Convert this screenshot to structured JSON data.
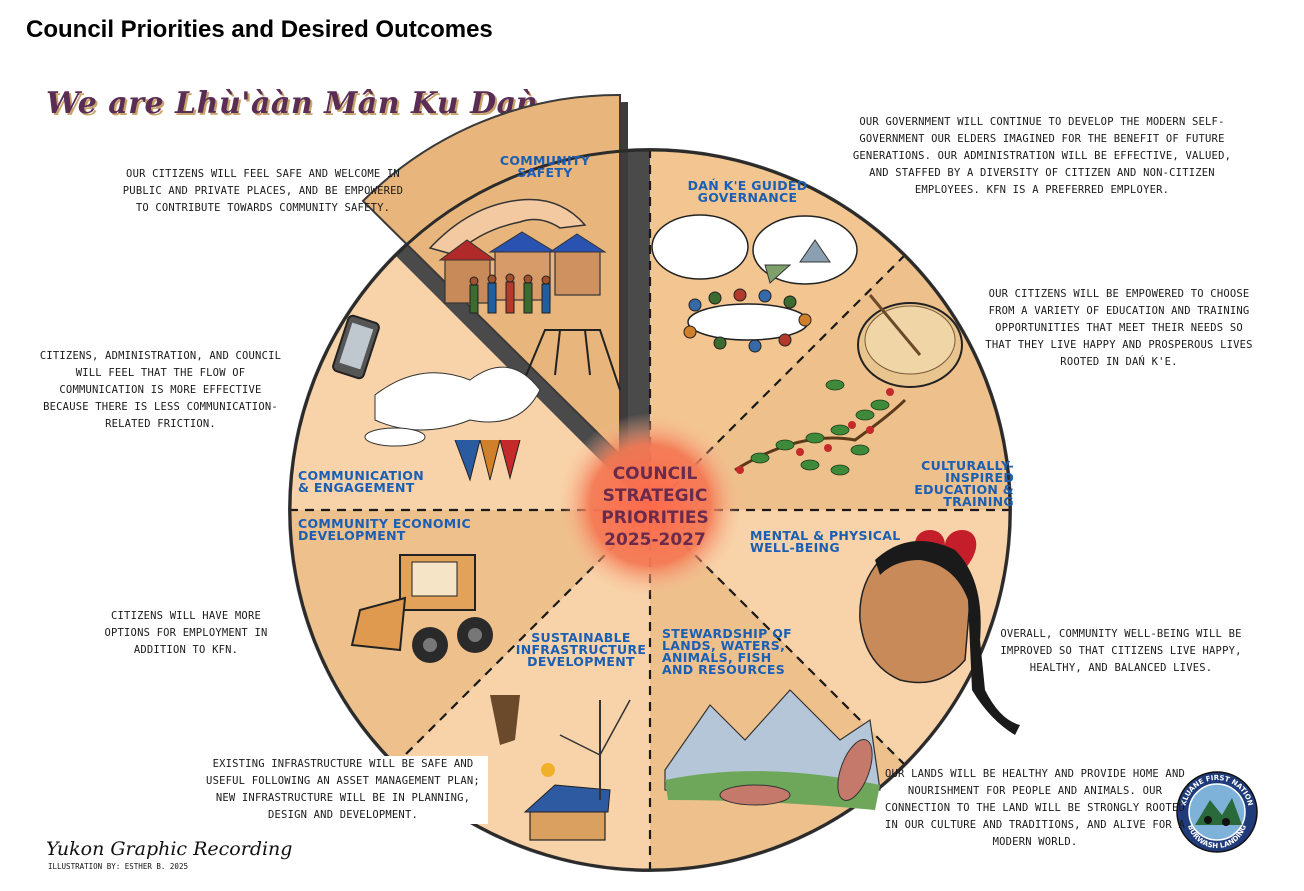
{
  "page_title": "Council Priorities and Desired Outcomes",
  "banner": "We are Lhù'ààn Mân Ku Daǹ",
  "center": [
    "COUNCIL",
    "STRATEGIC",
    "PRIORITIES",
    "2025-2027"
  ],
  "segments": {
    "community_safety": "COMMUNITY SAFETY",
    "governance": "DAŃ K'E GUIDED GOVERNANCE",
    "education": "CULTURALLY-INSPIRED EDUCATION & TRAINING",
    "wellbeing": "MENTAL & PHYSICAL WELL-BEING",
    "stewardship": "STEWARDSHIP OF LANDS, WATERS, ANIMALS, FISH AND RESOURCES",
    "infrastructure": "SUSTAINABLE INFRASTRUCTURE DEVELOPMENT",
    "economic": "COMMUNITY ECONOMIC DEVELOPMENT",
    "communication": "COMMUNICATION & ENGAGEMENT"
  },
  "outcomes": {
    "community_safety": "OUR CITIZENS WILL FEEL SAFE AND WELCOME IN PUBLIC AND PRIVATE PLACES, AND BE EMPOWERED TO CONTRIBUTE TOWARDS COMMUNITY SAFETY.",
    "governance": "OUR GOVERNMENT WILL CONTINUE TO DEVELOP THE MODERN SELF-GOVERNMENT OUR ELDERS IMAGINED FOR THE BENEFIT OF FUTURE GENERATIONS. OUR ADMINISTRATION WILL BE EFFECTIVE, VALUED, AND STAFFED BY A DIVERSITY OF CITIZEN AND NON-CITIZEN EMPLOYEES. KFN IS A PREFERRED EMPLOYER.",
    "education": "OUR CITIZENS WILL BE EMPOWERED TO CHOOSE FROM A VARIETY OF EDUCATION AND TRAINING OPPORTUNITIES THAT MEET THEIR NEEDS SO THAT THEY LIVE HAPPY AND PROSPEROUS LIVES ROOTED IN DAŃ K'E.",
    "communication": "CITIZENS, ADMINISTRATION, AND COUNCIL WILL FEEL THAT THE FLOW OF COMMUNICATION IS MORE EFFECTIVE BECAUSE THERE IS LESS COMMUNICATION-RELATED FRICTION.",
    "economic": "CITIZENS WILL HAVE MORE OPTIONS FOR EMPLOYMENT IN ADDITION TO KFN.",
    "wellbeing": "OVERALL, COMMUNITY WELL-BEING WILL BE IMPROVED SO THAT CITIZENS LIVE HAPPY, HEALTHY, AND BALANCED LIVES.",
    "infrastructure": "EXISTING INFRASTRUCTURE WILL BE SAFE AND USEFUL FOLLOWING AN ASSET MANAGEMENT PLAN; NEW INFRASTRUCTURE WILL BE IN PLANNING, DESIGN AND DEVELOPMENT.",
    "stewardship": "OUR LANDS WILL BE HEALTHY AND PROVIDE HOME AND NOURISHMENT FOR PEOPLE AND ANIMALS. OUR CONNECTION TO THE LAND WILL BE STRONGLY ROOTED IN OUR CULTURE AND TRADITIONS, AND ALIVE FOR A MODERN WORLD."
  },
  "credit": {
    "studio": "Yukon Graphic Recording",
    "illustrator": "ILLUSTRATION BY: ESTHER B. 2025"
  },
  "logo": {
    "top_text": "KLUANE FIRST NATION",
    "bottom_text": "BURWASH LANDING"
  },
  "colors": {
    "wheel_light": "#f8d2a8",
    "wheel_dark": "#eec08c",
    "label_blue": "#1a5fb4",
    "center_glow": "#f26b4b",
    "banner_purple": "#5a2d55"
  },
  "icons": [
    "hand-roof-icon",
    "people-meeting-icon",
    "drum-icon",
    "berry-branch-icon",
    "heart-icon",
    "woman-portrait-icon",
    "mountain-salmon-icon",
    "solar-house-icon",
    "bulldozer-icon",
    "phone-icon",
    "dancers-icon"
  ]
}
